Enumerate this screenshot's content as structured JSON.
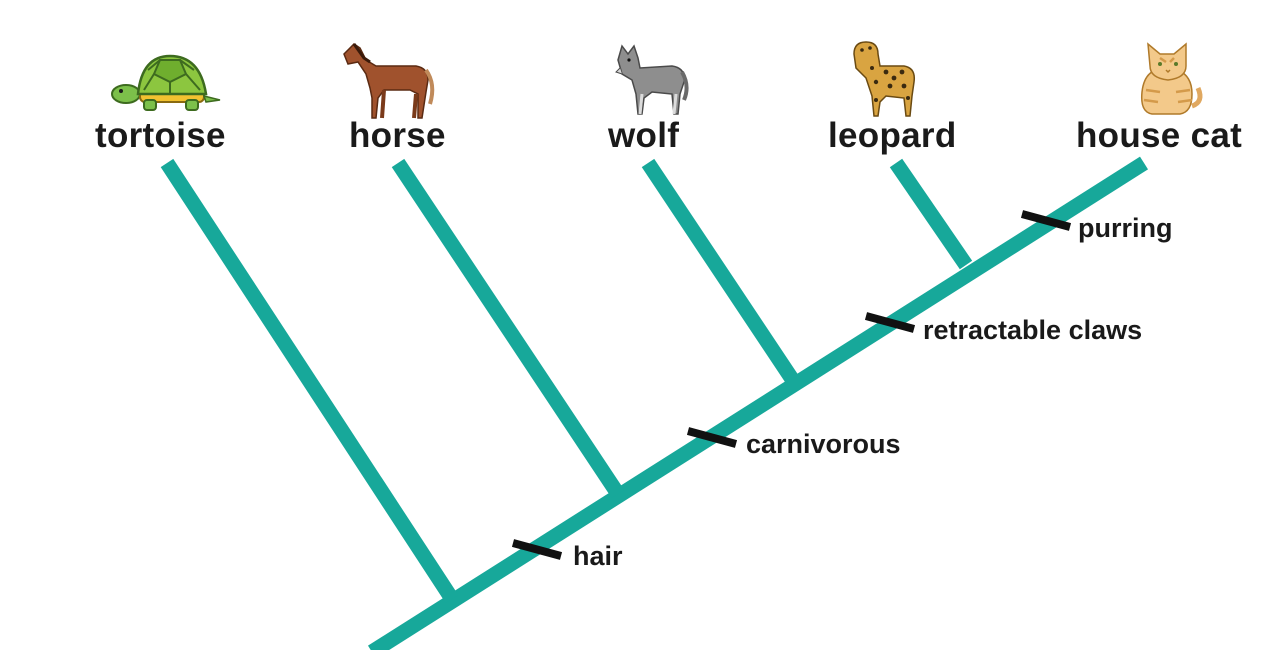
{
  "colors": {
    "branch": "#17a89a",
    "marker": "#111111",
    "text": "#1a1a1a"
  },
  "taxa": [
    {
      "label": "tortoise",
      "icon": "tortoise-icon"
    },
    {
      "label": "horse",
      "icon": "horse-icon"
    },
    {
      "label": "wolf",
      "icon": "wolf-icon"
    },
    {
      "label": "leopard",
      "icon": "leopard-icon"
    },
    {
      "label": "house cat",
      "icon": "house-cat-icon"
    }
  ],
  "traits": [
    {
      "label": "hair"
    },
    {
      "label": "carnivorous"
    },
    {
      "label": "retractable claws"
    },
    {
      "label": "purring"
    }
  ]
}
